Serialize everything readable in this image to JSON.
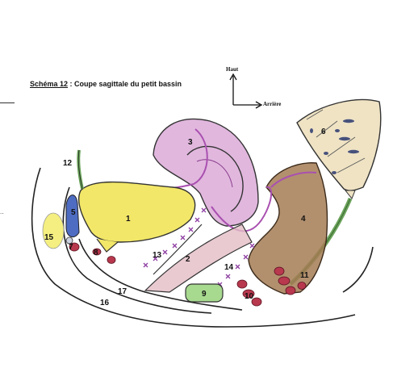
{
  "title": {
    "prefix": "Schéma 12",
    "rest": " : Coupe sagittale du petit bassin"
  },
  "orientation": {
    "up": "Haut",
    "back": "Arrière"
  },
  "labels": [
    "1",
    "2",
    "3",
    "4",
    "5",
    "6",
    "7",
    "8",
    "9",
    "10",
    "11",
    "12",
    "13",
    "14",
    "15",
    "16",
    "17"
  ],
  "colors": {
    "bladder": "#f2e768",
    "uterus": "#d79fd3",
    "rectum": "#a57c55",
    "sacrum": "#efe3c4",
    "pubis": "#f4ef80",
    "urethra_blue": "#4e6cc2",
    "node_red": "#b8384e",
    "green_lymph": "#a7d98f",
    "vessel_green": "#6aa35a",
    "peritoneum": "#a950b0",
    "cross": "#8d3da1",
    "vagina_pink": "#e4bdc6"
  }
}
